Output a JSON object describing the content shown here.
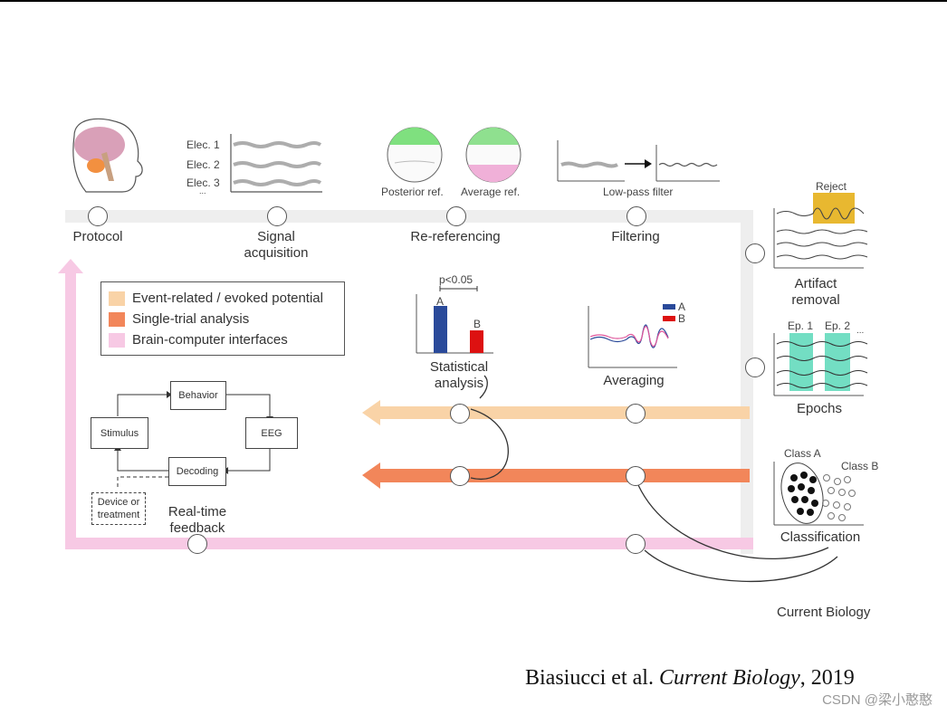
{
  "stages": {
    "protocol": "Protocol",
    "signal_acquisition_1": "Signal",
    "signal_acquisition_2": "acquisition",
    "re_referencing": "Re-referencing",
    "filtering": "Filtering",
    "artifact_removal_1": "Artifact",
    "artifact_removal_2": "removal",
    "epochs": "Epochs",
    "classification": "Classification",
    "averaging": "Averaging",
    "statistical_analysis_1": "Statistical",
    "statistical_analysis_2": "analysis",
    "real_time_feedback_1": "Real-time",
    "real_time_feedback_2": "feedback"
  },
  "signal": {
    "elec1": "Elec. 1",
    "elec2": "Elec. 2",
    "elec3": "Elec. 3",
    "more": "..."
  },
  "reref": {
    "posterior": "Posterior ref.",
    "average": "Average ref."
  },
  "filter": {
    "low_pass": "Low-pass filter"
  },
  "artifact": {
    "reject": "Reject"
  },
  "epochs_panel": {
    "ep1": "Ep. 1",
    "ep2": "Ep. 2",
    "more": "..."
  },
  "classes": {
    "a": "Class A",
    "b": "Class B"
  },
  "stats": {
    "p_value": "p<0.05",
    "bar_a_label": "A",
    "bar_b_label": "B",
    "bars": [
      {
        "name": "A",
        "value": 1.0,
        "color": "#2a4a9a"
      },
      {
        "name": "B",
        "value": 0.48,
        "color": "#dd1111"
      }
    ]
  },
  "averaging_legend": {
    "a": "A",
    "b": "B"
  },
  "legend": {
    "items": [
      {
        "label": "Event-related / evoked potential",
        "color": "#f9d3a7"
      },
      {
        "label": "Single-trial analysis",
        "color": "#f2865a"
      },
      {
        "label": "Brain-computer interfaces",
        "color": "#f7c9e4"
      }
    ]
  },
  "loop": {
    "behavior": "Behavior",
    "stimulus": "Stimulus",
    "eeg": "EEG",
    "decoding": "Decoding",
    "device_1": "Device or",
    "device_2": "treatment"
  },
  "journal": "Current Biology",
  "citation": {
    "authors": "Biasiucci et al.",
    "journal": "Current Biology",
    "year": ", 2019"
  },
  "watermark": "CSDN @梁小憨憨",
  "colors": {
    "erp": "#f9d3a7",
    "single_trial": "#f2865a",
    "bci": "#f7c9e4",
    "main_path": "#eeeeee",
    "highlight": "#e8b830",
    "epoch_highlight": "#5ad8b8"
  }
}
